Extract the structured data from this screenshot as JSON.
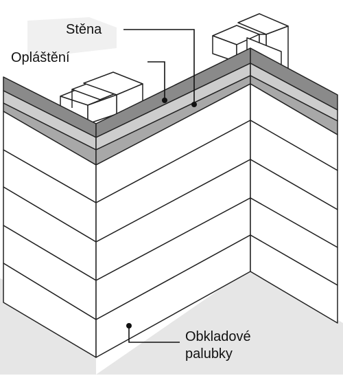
{
  "labels": {
    "stena": "Stěna",
    "oplasteni": "Opláštění",
    "obkladove_line1": "Obkladové",
    "obkladove_line2": "palubky"
  },
  "colors": {
    "outline": "#222222",
    "fill": "#ffffff",
    "band_dark": "#8a8a8a",
    "band_light": "#cdcdcd",
    "shadow": "#e6e6e6",
    "label": "#111111"
  }
}
